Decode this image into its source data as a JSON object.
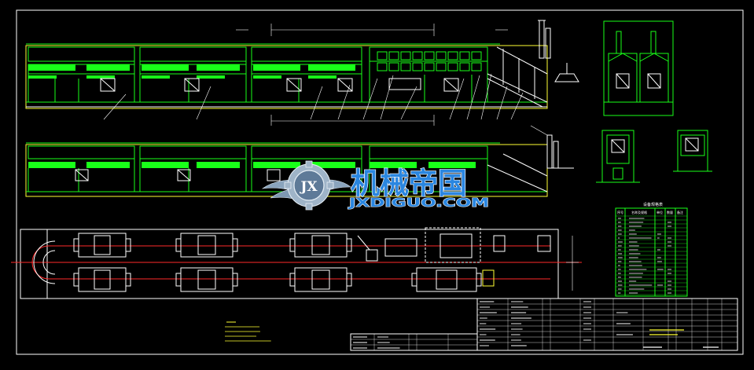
{
  "colors": {
    "background": "#000000",
    "green": "#19ff19",
    "white": "#ffffff",
    "yellow": "#ffff33",
    "red": "#ff2a2a",
    "magenta": "#ff33ff",
    "cyan": "#33d6ff",
    "watermark_blue": "#1f7fd6",
    "watermark_steel": "#8aa4bd"
  },
  "watermark": {
    "cn": "机械帝国",
    "en": "JXDIGUO.COM",
    "badge": "JX"
  },
  "parts_table": {
    "title": "设备规格表",
    "headers": [
      "序号",
      "名称及规格",
      "单位",
      "数量",
      "备注"
    ]
  }
}
